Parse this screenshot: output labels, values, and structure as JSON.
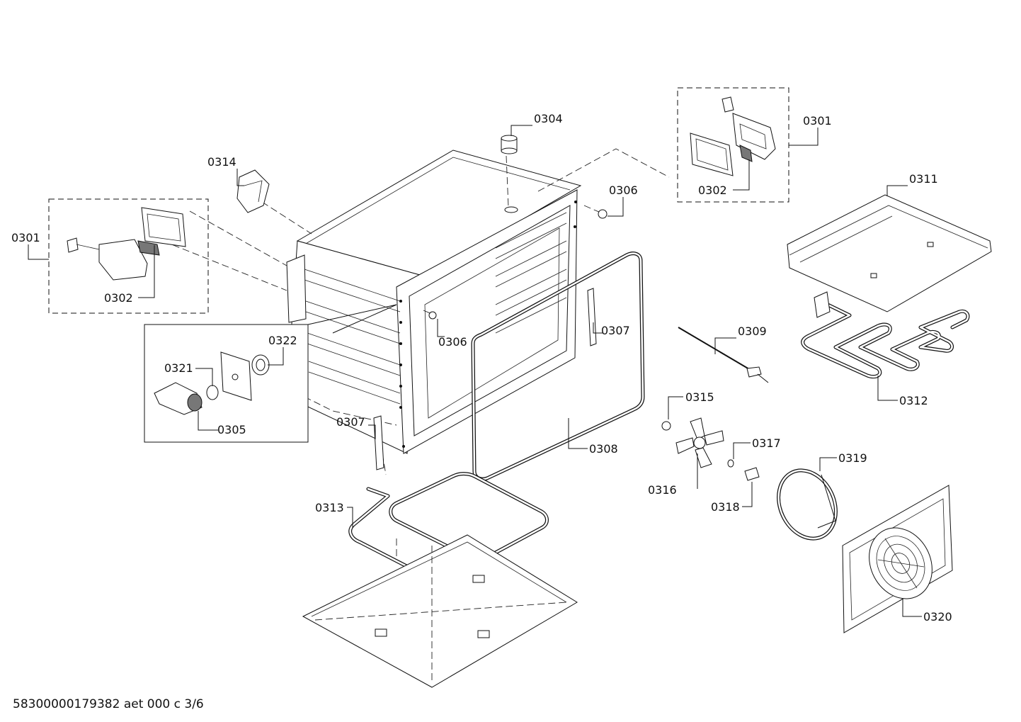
{
  "document_id": "58300000179382 aet 000 c 3/6",
  "callouts": [
    {
      "id": "c0304",
      "label": "0304"
    },
    {
      "id": "c0314",
      "label": "0314"
    },
    {
      "id": "c0301L",
      "label": "0301"
    },
    {
      "id": "c0302L",
      "label": "0302"
    },
    {
      "id": "c0301R",
      "label": "0301"
    },
    {
      "id": "c0302R",
      "label": "0302"
    },
    {
      "id": "c0306a",
      "label": "0306"
    },
    {
      "id": "c0306b",
      "label": "0306"
    },
    {
      "id": "c0311",
      "label": "0311"
    },
    {
      "id": "c0322",
      "label": "0322"
    },
    {
      "id": "c0321",
      "label": "0321"
    },
    {
      "id": "c0305",
      "label": "0305"
    },
    {
      "id": "c0307a",
      "label": "0307"
    },
    {
      "id": "c0307b",
      "label": "0307"
    },
    {
      "id": "c0309",
      "label": "0309"
    },
    {
      "id": "c0312",
      "label": "0312"
    },
    {
      "id": "c0315",
      "label": "0315"
    },
    {
      "id": "c0317",
      "label": "0317"
    },
    {
      "id": "c0316",
      "label": "0316"
    },
    {
      "id": "c0318",
      "label": "0318"
    },
    {
      "id": "c0319",
      "label": "0319"
    },
    {
      "id": "c0308",
      "label": "0308"
    },
    {
      "id": "c0313",
      "label": "0313"
    },
    {
      "id": "c0320",
      "label": "0320"
    }
  ]
}
